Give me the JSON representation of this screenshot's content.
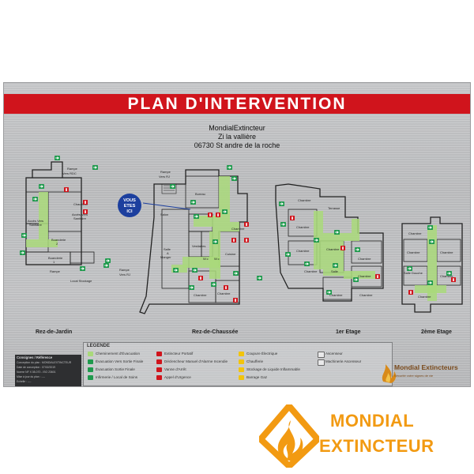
{
  "title": "PLAN D'INTERVENTION",
  "address": {
    "line1": "MondialExtincteur",
    "line2": "Zi la vallière",
    "line3": "06730 St andre de la roche"
  },
  "you_are_here": [
    "VOUS",
    "ETES",
    "ICI"
  ],
  "floors": {
    "rez_de_jardin": {
      "label": "Rez-de-Jardin",
      "rooms": [
        "Rampe Vers RDC",
        "Accès Vers Sanitaire",
        "Chaufferie",
        "Accès Vers Sanitaire",
        "Buanderie 2",
        "Buanderie 1",
        "Rampe",
        "Local Stockage"
      ]
    },
    "rez_de_chaussee": {
      "label": "Rez-de-Chaussée",
      "rooms": [
        "Rampe Vers RJ",
        "Bureau",
        "Salon",
        "Salle A Manger",
        "Vestiaires",
        "W.c",
        "W.c",
        "Cuisine",
        "Chambre",
        "Chambre",
        "Chambre",
        "Rampe Vers RJ"
      ]
    },
    "etage_1": {
      "label": "1er Etage",
      "rooms": [
        "Chambre",
        "Terrasse",
        "Chambre",
        "Chambre",
        "Chambre",
        "Chambre",
        "Chambre",
        "Chambre",
        "Chambre",
        "Chambre"
      ]
    },
    "etage_2": {
      "label": "2ème Etage",
      "rooms": [
        "Chambre",
        "Chambre",
        "Chambre",
        "Chambre",
        "Salle Douche",
        "Chambre"
      ]
    }
  },
  "legend": {
    "title": "LEGENDE",
    "items": [
      "Cheminement d'Évacuation",
      "Évacuation Vers Sortie Finale",
      "Évacuation Sortie Finale",
      "Infirmerie / Local de Soins",
      "Extincteur Portatif",
      "Déclencheur Manuel d'Alarme Incendie",
      "Vanne d'Arrêt",
      "Appel d'Urgence",
      "Coupure Électrique",
      "Chaufferie",
      "Stockage de Liquide Inflammable",
      "Barrage Gaz",
      "Ascenseur",
      "Machinerie Ascenseur"
    ]
  },
  "info_block": {
    "header": "Consignes / Référence",
    "lines": [
      "Conception du plan : MONDIALEXTINCTEUR",
      "Date de conception : 07/02/2019",
      "Norme NF X 08-070 - ISO 23601",
      "Mise à jour du plan : ----",
      "Echelle : ----"
    ]
  },
  "plate_brand": {
    "name": "Mondial Extincteurs",
    "tagline": "Sécurité votre signes de vie"
  },
  "brand": {
    "line1": "MONDIAL",
    "line2": "EXTINCTEUR"
  },
  "colors": {
    "banner": "#d0141c",
    "path": "#a9d97a",
    "exit": "#1f9a4d",
    "extinguisher": "#d0141c",
    "you_are_here": "#1c3f9e",
    "brand_orange": "#f29a12"
  }
}
